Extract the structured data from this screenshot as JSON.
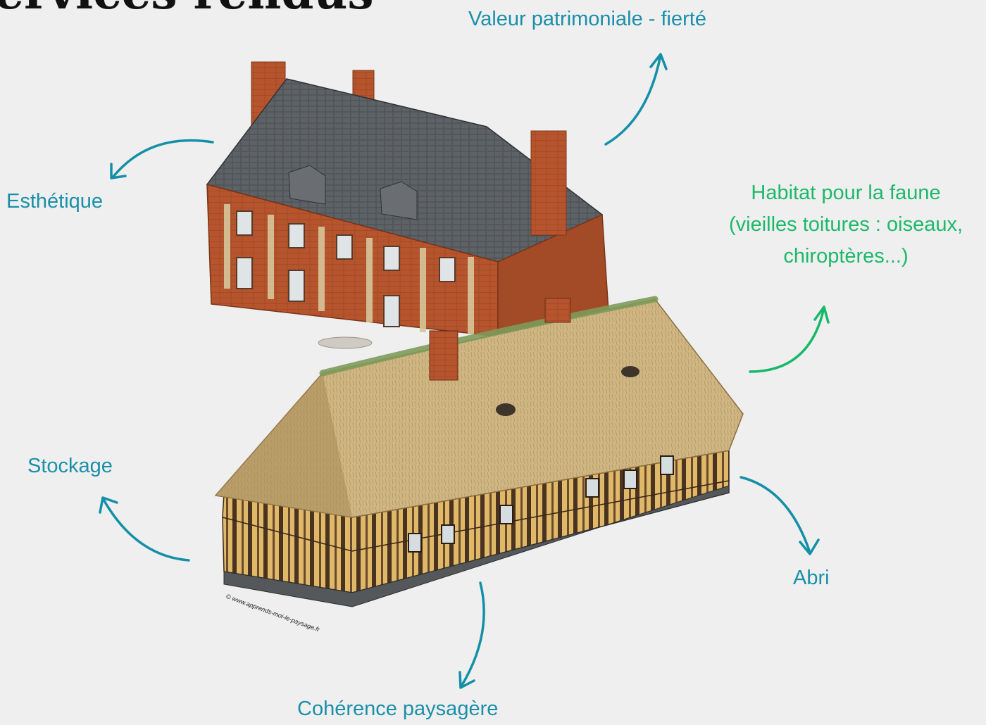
{
  "header": {
    "title": "ervices rendus"
  },
  "labels": {
    "valeur": "Valeur patrimoniale - fierté",
    "esthetique": "Esthétique",
    "habitat": [
      "Habitat pour la faune",
      "(vieilles toitures : oiseaux,",
      "chiroptères...)"
    ],
    "stockage": "Stockage",
    "abri": "Abri",
    "coherence": "Cohérence paysagère"
  },
  "credit": "© www.apprends-moi-le-paysage.fr",
  "colors": {
    "background": "#efefef",
    "label_blue": "#1a8fa9",
    "label_green": "#1db86a",
    "arrow_blue": "#148fa8",
    "arrow_green": "#18b86b",
    "brick": "#b5532c",
    "slate_roof": "#5c6166",
    "thatch": "#cdb583",
    "timber": "#4a3422"
  }
}
